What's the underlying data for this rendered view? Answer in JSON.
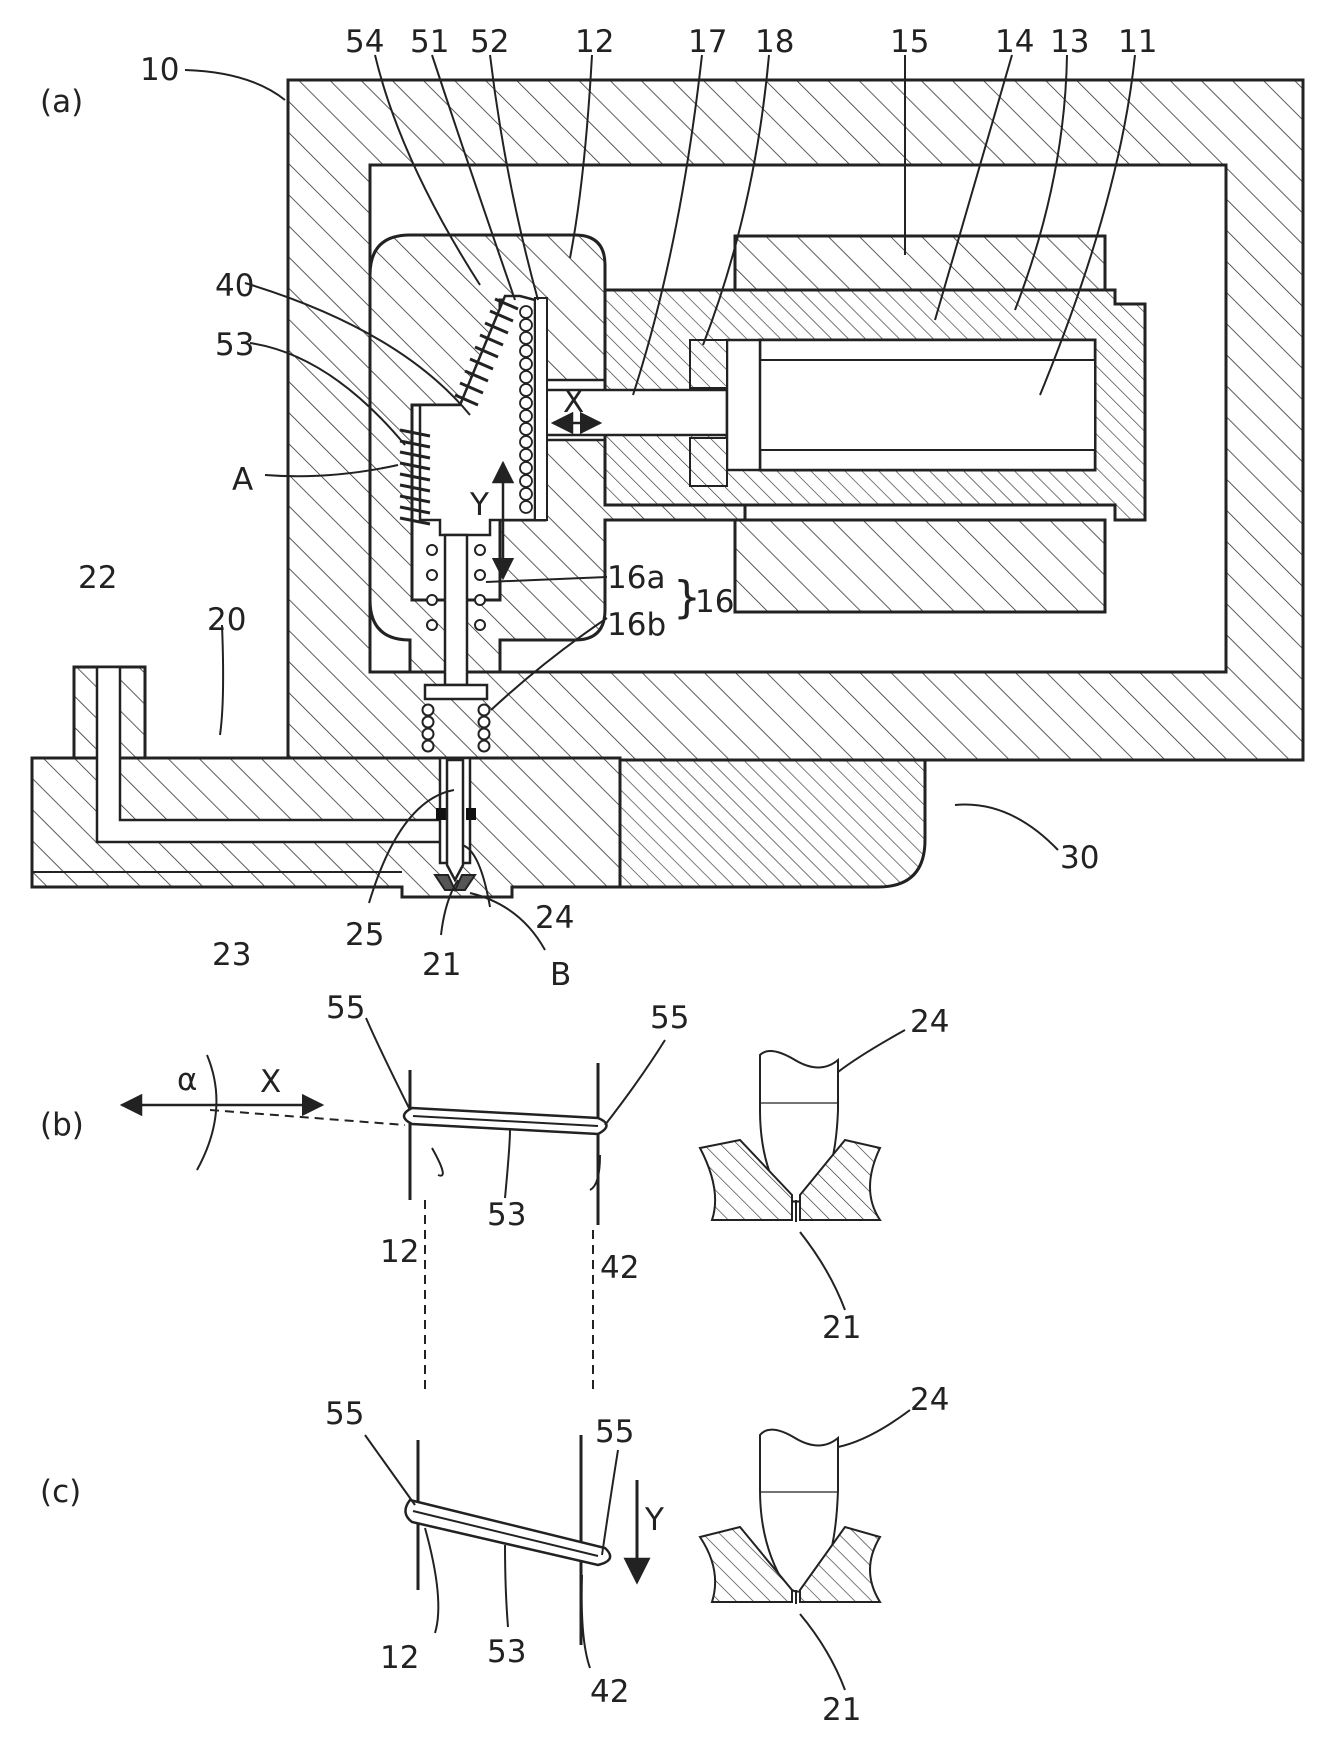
{
  "panels": {
    "a": "(a)",
    "b": "(b)",
    "c": "(c)"
  },
  "labels_a": {
    "l10": "10",
    "l54": "54",
    "l51": "51",
    "l52": "52",
    "l12": "12",
    "l17": "17",
    "l18": "18",
    "l15": "15",
    "l14": "14",
    "l13": "13",
    "l11": "11",
    "l40": "40",
    "l53": "53",
    "lA": "A",
    "lX": "X",
    "lY": "Y",
    "l16a": "16a",
    "l16b": "16b",
    "l16": "16",
    "l22": "22",
    "l20": "20",
    "l30": "30",
    "l23": "23",
    "l25": "25",
    "l24": "24",
    "l21": "21",
    "lB": "B"
  },
  "labels_b": {
    "alpha": "α",
    "X": "X",
    "l55_left": "55",
    "l55_right": "55",
    "l53": "53",
    "l12": "12",
    "l42": "42",
    "l24": "24",
    "l21": "21"
  },
  "labels_c": {
    "l55_left": "55",
    "l55_right": "55",
    "Y": "Y",
    "l53": "53",
    "l12": "12",
    "l42": "42",
    "l24": "24",
    "l21": "21"
  },
  "colors": {
    "ink": "#222222",
    "background": "#ffffff"
  }
}
